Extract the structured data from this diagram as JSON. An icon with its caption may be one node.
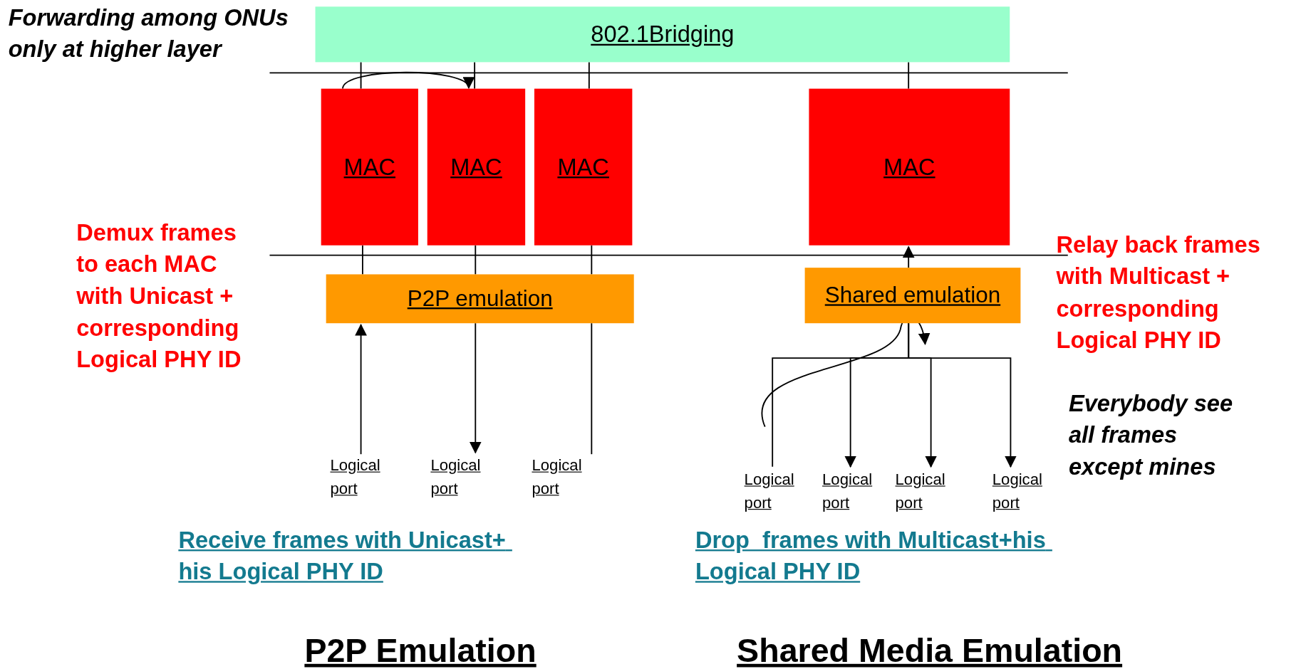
{
  "diagram": {
    "nodes": [
      {
        "text": [
          "802.1Bridging"
        ]
      },
      {
        "text": [
          "MAC"
        ]
      },
      {
        "text": [
          "MAC"
        ]
      },
      {
        "text": [
          "MAC"
        ]
      },
      {
        "text": [
          "MAC"
        ]
      },
      {
        "text": [
          "P2P emulation"
        ]
      },
      {
        "text": [
          "Shared emulation"
        ]
      },
      {
        "text": [
          "Logical port"
        ]
      },
      {
        "text": [
          "Logical port"
        ]
      },
      {
        "text": [
          "Logical port"
        ]
      },
      {
        "text": [
          "Logical port"
        ]
      },
      {
        "text": [
          "Logical port"
        ]
      },
      {
        "text": [
          "Logical port"
        ]
      },
      {
        "text": [
          "Logical port"
        ]
      }
    ],
    "edges": [
      {
        "from": 0,
        "to": 1,
        "arrow": "none"
      },
      {
        "from": 0,
        "to": 2,
        "arrow": "none"
      },
      {
        "from": 0,
        "to": 3,
        "arrow": "none"
      },
      {
        "from": 0,
        "to": 4,
        "arrow": "none"
      },
      {
        "from": 1,
        "to": 2,
        "arrow": "to"
      },
      {
        "from": 1,
        "to": 5,
        "arrow": "none"
      },
      {
        "from": 2,
        "to": 5,
        "arrow": "none"
      },
      {
        "from": 3,
        "to": 5,
        "arrow": "none"
      },
      {
        "from": 6,
        "to": 4,
        "arrow": "to"
      },
      {
        "from": 7,
        "to": 5,
        "arrow": "to"
      },
      {
        "from": 5,
        "to": 8,
        "arrow": "to"
      },
      {
        "from": 5,
        "to": 9,
        "arrow": "none"
      },
      {
        "from": 6,
        "to": 10,
        "arrow": "none"
      },
      {
        "from": 6,
        "to": 11,
        "arrow": "to"
      },
      {
        "from": 6,
        "to": 12,
        "arrow": "to"
      },
      {
        "from": 6,
        "to": 13,
        "arrow": "to"
      },
      {
        "from": 10,
        "to": 6,
        "arrow": "to"
      }
    ],
    "labels": [
      "Forwarding among ONUs only at higher layer",
      "Demux frames to each MAC with Unicast + corresponding Logical PHY ID",
      "Relay back frames with Multicast + corresponding Logical PHY ID",
      "Everybody see all frames except mines",
      "Receive frames with Unicast+ his Logical PHY ID",
      "Drop  frames with Multicast+his Logical PHY ID",
      "P2P Emulation",
      "Shared Media Emulation"
    ]
  }
}
